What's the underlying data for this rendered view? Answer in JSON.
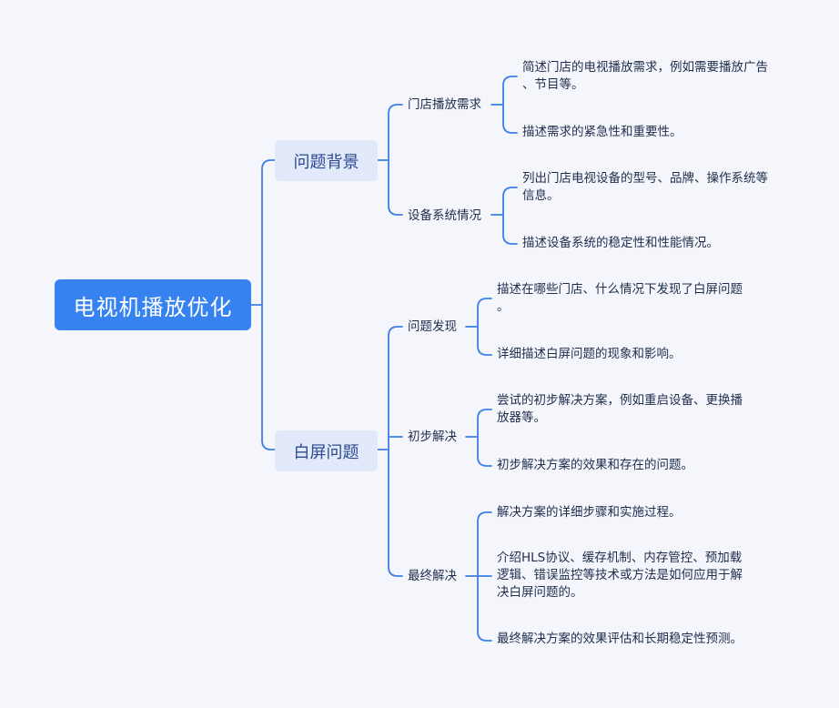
{
  "root": {
    "label": "电视机播放优化"
  },
  "branches": [
    {
      "label": "问题背景",
      "children": [
        {
          "label": "门店播放需求",
          "leaves": [
            "简述门店的电视播放需求，例如需要播放广告\n、节目等。",
            "描述需求的紧急性和重要性。"
          ]
        },
        {
          "label": "设备系统情况",
          "leaves": [
            "列出门店电视设备的型号、品牌、操作系统等\n信息。",
            "描述设备系统的稳定性和性能情况。"
          ]
        }
      ]
    },
    {
      "label": "白屏问题",
      "children": [
        {
          "label": "问题发现",
          "leaves": [
            "描述在哪些门店、什么情况下发现了白屏问题\n。",
            "详细描述白屏问题的现象和影响。"
          ]
        },
        {
          "label": "初步解决",
          "leaves": [
            "尝试的初步解决方案，例如重启设备、更换播\n放器等。",
            "初步解决方案的效果和存在的问题。"
          ]
        },
        {
          "label": "最终解决",
          "leaves": [
            "解决方案的详细步骤和实施过程。",
            "介绍HLS协议、缓存机制、内存管控、预加载\n逻辑、错误监控等技术或方法是如何应用于解\n决白屏问题的。",
            "最终解决方案的效果评估和长期稳定性预测。"
          ]
        }
      ]
    }
  ],
  "colors": {
    "line": "#3c7fe6",
    "root_bg": "#3582f0",
    "branch_bg": "#e1e9fb"
  }
}
